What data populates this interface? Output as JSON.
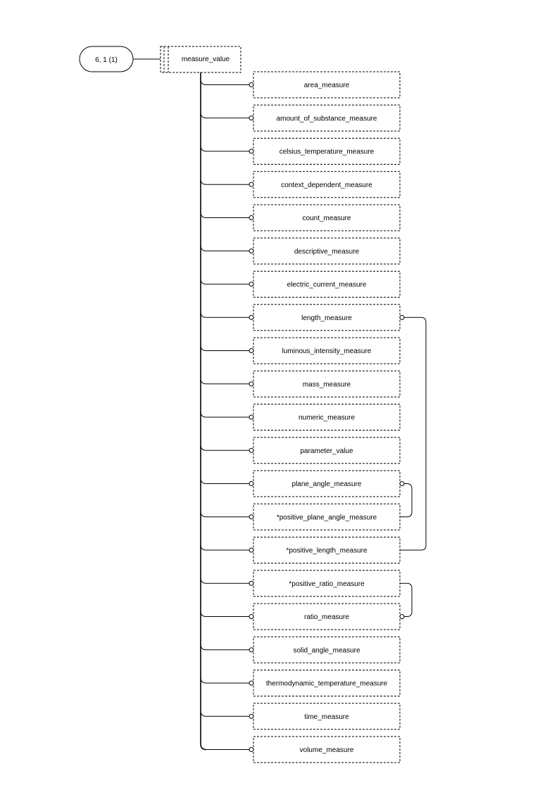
{
  "page_ref": "6, 1 (1)",
  "root_type": "measure_value",
  "members": [
    {
      "label": "area_measure"
    },
    {
      "label": "amount_of_substance_measure"
    },
    {
      "label": "celsius_temperature_measure"
    },
    {
      "label": "context_dependent_measure"
    },
    {
      "label": "count_measure"
    },
    {
      "label": "descriptive_measure"
    },
    {
      "label": "electric_current_measure"
    },
    {
      "label": "length_measure"
    },
    {
      "label": "luminous_intensity_measure"
    },
    {
      "label": "mass_measure"
    },
    {
      "label": "numeric_measure"
    },
    {
      "label": "parameter_value"
    },
    {
      "label": "plane_angle_measure"
    },
    {
      "label": "*positive_plane_angle_measure"
    },
    {
      "label": "*positive_length_measure"
    },
    {
      "label": "*positive_ratio_measure"
    },
    {
      "label": "ratio_measure"
    },
    {
      "label": "solid_angle_measure"
    },
    {
      "label": "thermodynamic_temperature_measure"
    },
    {
      "label": "time_measure"
    },
    {
      "label": "volume_measure"
    }
  ],
  "subtype_links": [
    {
      "supertype": "length_measure",
      "subtype": "*positive_length_measure"
    },
    {
      "supertype": "plane_angle_measure",
      "subtype": "*positive_plane_angle_measure"
    },
    {
      "supertype": "ratio_measure",
      "subtype": "*positive_ratio_measure"
    }
  ]
}
